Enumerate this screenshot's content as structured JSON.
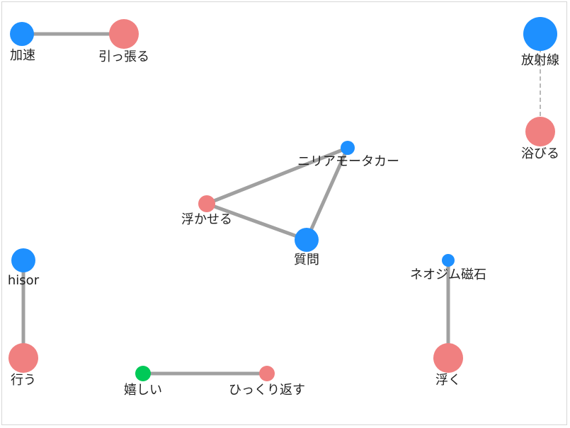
{
  "colors": {
    "blue": "#1e90ff",
    "red": "#f08080",
    "green": "#00c957",
    "edge": "#a0a0a0"
  },
  "nodes": [
    {
      "id": "kasoku",
      "label": "加速",
      "color": "blue"
    },
    {
      "id": "hipparu",
      "label": "引っ張る",
      "color": "red"
    },
    {
      "id": "houshasen",
      "label": "放射線",
      "color": "blue"
    },
    {
      "id": "abiru",
      "label": "浴びる",
      "color": "red"
    },
    {
      "id": "linear",
      "label": "ニリアモータカー",
      "color": "blue"
    },
    {
      "id": "ukaseru",
      "label": "浮かせる",
      "color": "red"
    },
    {
      "id": "shitsumon",
      "label": "質問",
      "color": "blue"
    },
    {
      "id": "hisor",
      "label": "hisor",
      "color": "blue"
    },
    {
      "id": "okonau",
      "label": "行う",
      "color": "red"
    },
    {
      "id": "neojimu",
      "label": "ネオジム磁石",
      "color": "blue"
    },
    {
      "id": "uku",
      "label": "浮く",
      "color": "red"
    },
    {
      "id": "ureshii",
      "label": "嬉しい",
      "color": "green"
    },
    {
      "id": "hikkuri",
      "label": "ひっくり返す",
      "color": "red"
    }
  ],
  "edges": [
    {
      "source": "kasoku",
      "target": "hipparu",
      "style": "solid"
    },
    {
      "source": "houshasen",
      "target": "abiru",
      "style": "dashed"
    },
    {
      "source": "linear",
      "target": "ukaseru",
      "style": "solid"
    },
    {
      "source": "linear",
      "target": "shitsumon",
      "style": "solid"
    },
    {
      "source": "ukaseru",
      "target": "shitsumon",
      "style": "solid"
    },
    {
      "source": "hisor",
      "target": "okonau",
      "style": "solid"
    },
    {
      "source": "neojimu",
      "target": "uku",
      "style": "solid"
    },
    {
      "source": "ureshii",
      "target": "hikkuri",
      "style": "solid"
    }
  ]
}
